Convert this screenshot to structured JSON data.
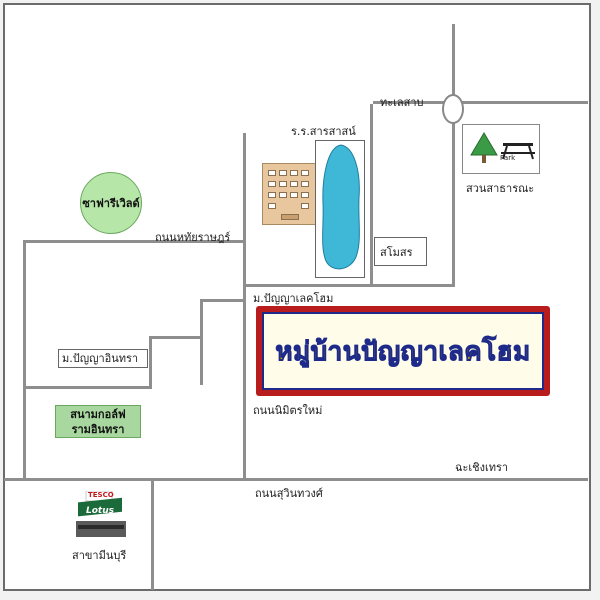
{
  "map": {
    "title": "หมู่บ้านปัญญาเลคโฮม",
    "roads": {
      "thale_sap": "ทะเลสาบ",
      "m_panya_lakehome": "ม.ปัญญาเลคโฮม",
      "thanon_nimit_mai": "ถนนนิมิตรใหม่",
      "thanon_hathairat": "ถนนหทัยราษฎร์",
      "m_panya_intra": "ม.ปัญญาอินทรา",
      "cha_choeng_sao": "ฉะเชิงเทรา",
      "thanon_sukhumvit": "ถนนสุวินทวงศ์"
    },
    "places": {
      "school": "ร.ร.สารสาสน์",
      "park": "สวนสาธารณะ",
      "club": "สโมสร",
      "safari": "ซาฟารีเวิลด์",
      "golf": [
        "สนามกอล์ฟ",
        "รามอินทรา"
      ],
      "branch": "สาขามีนบุรี"
    },
    "signs": {
      "park_icon_text": "Park",
      "tesco": "TESCO",
      "lotus": "Lotus"
    },
    "colors": {
      "road": "#8e8e8e",
      "pond": "#3fb7d6",
      "title_border_red": "#b81c1c",
      "title_border_blue": "#1d2a8a",
      "title_text": "#e2b400",
      "green": "#a8d8a0"
    }
  }
}
